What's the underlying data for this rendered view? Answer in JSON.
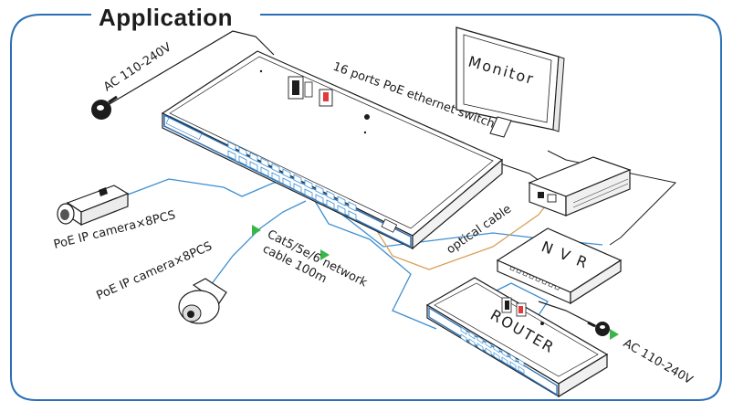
{
  "title": "Application",
  "labels": {
    "ac_top": "AC 110-240V",
    "switch": "16 ports PoE ethernet switch",
    "monitor": "Monitor",
    "camera1": "PoE IP camera×8PCS",
    "camera2": "PoE IP camera×8PCS",
    "network_cable_line1": "Cat5/5e/6 network",
    "network_cable_line2": "cable 100m",
    "optical_cable": "optical cable",
    "nvr": "N V R",
    "router": "ROUTER",
    "ac_bottom": "AC 110-240V"
  },
  "colors": {
    "frame": "#2a6fb5",
    "cable_blue": "#3d8fd1",
    "cable_orange": "#d9a05a",
    "arrow_green": "#3bb54a",
    "switch_red": "#e23a3a",
    "line": "#1c1c1c"
  }
}
